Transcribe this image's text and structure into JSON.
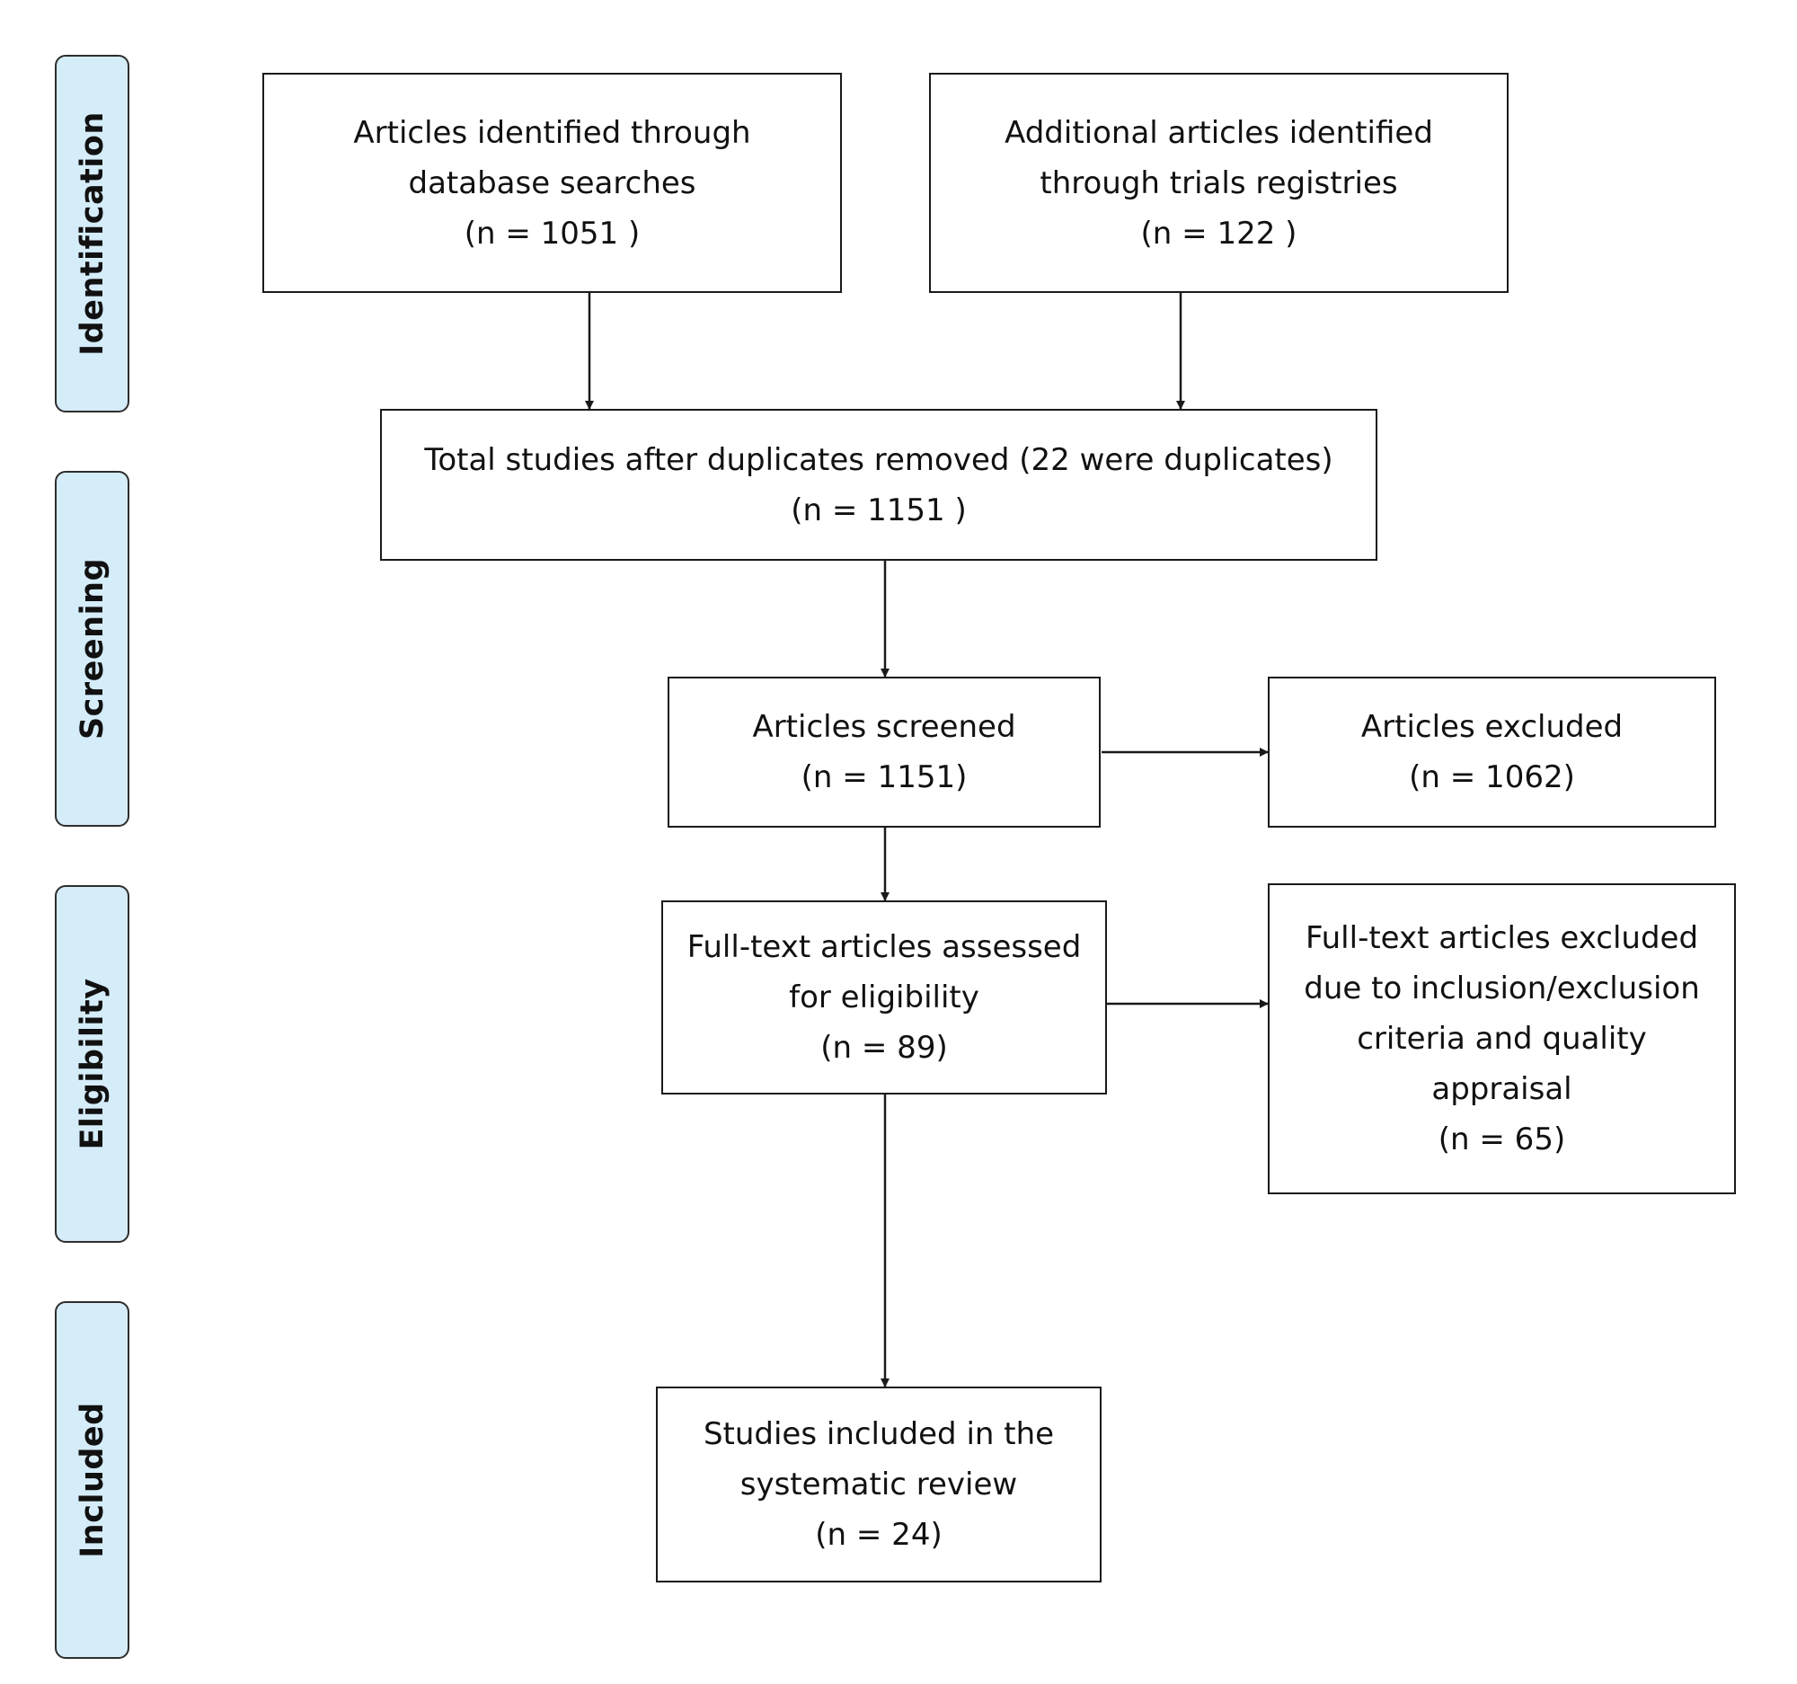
{
  "stages": {
    "identification": "Identification",
    "screening": "Screening",
    "eligibility": "Eligibility",
    "included": "Included"
  },
  "boxes": {
    "database": {
      "line1": "Articles identified through",
      "line2": "database searches",
      "count": "(n = 1051 )"
    },
    "registries": {
      "line1": "Additional articles identified",
      "line2": "through trials registries",
      "count": "(n = 122 )"
    },
    "dedup": {
      "line1": "Total studies after duplicates removed (22 were duplicates)",
      "count": "(n = 1151 )"
    },
    "screened": {
      "line1": "Articles screened",
      "count": "(n = 1151)"
    },
    "excluded": {
      "line1": "Articles excluded",
      "count": "(n = 1062)"
    },
    "fulltext": {
      "line1": "Full-text articles assessed",
      "line2": "for eligibility",
      "count": "(n = 89)"
    },
    "fulltext_excluded": {
      "line1": "Full-text articles excluded",
      "line2": "due to inclusion/exclusion",
      "line3": "criteria and quality",
      "line4": "appraisal",
      "count": "(n = 65)"
    },
    "included": {
      "line1": "Studies included in the",
      "line2": "systematic review",
      "count": "(n = 24)"
    }
  },
  "colors": {
    "stage_fill": "#d5ecf9",
    "stroke": "#1a1a1a"
  }
}
